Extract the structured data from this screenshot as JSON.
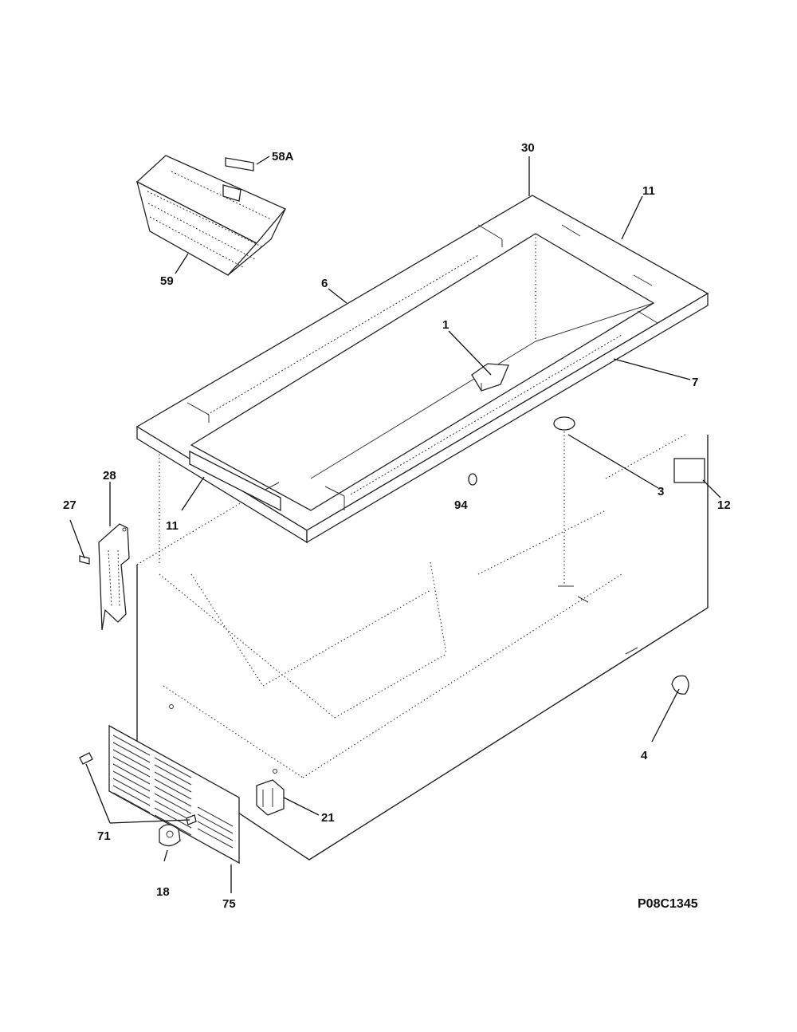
{
  "diagram": {
    "code": "P08C1345",
    "labels": {
      "l58a": "58A",
      "l59": "59",
      "l30": "30",
      "l11_top": "11",
      "l6": "6",
      "l1": "1",
      "l7": "7",
      "l28": "28",
      "l27": "27",
      "l11_left": "11",
      "l3": "3",
      "l12": "12",
      "l94": "94",
      "l4": "4",
      "l21": "21",
      "l71": "71",
      "l18": "18",
      "l75": "75"
    }
  }
}
